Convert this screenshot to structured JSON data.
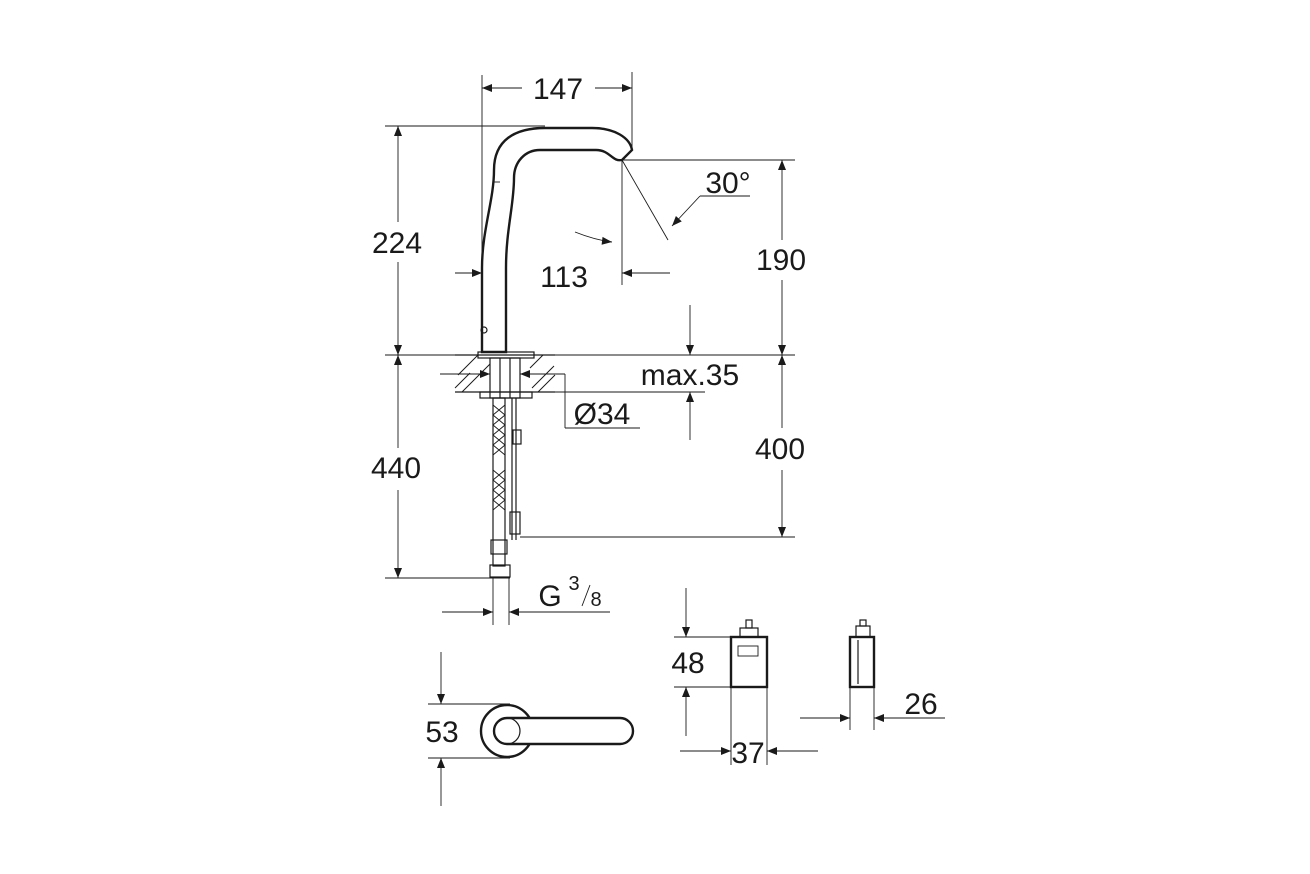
{
  "dimensions": {
    "width_top": "147",
    "height_spout": "224",
    "reach": "113",
    "spout_angle": "30°",
    "outlet_height": "190",
    "max_deck": "max.35",
    "hole_diameter": "Ø34",
    "hose_length": "440",
    "below_deck": "400",
    "connection": "G",
    "connection_num": "3",
    "connection_den": "8",
    "base_depth": "53",
    "box_height": "48",
    "box_width": "37",
    "box_depth": "26"
  },
  "colors": {
    "line": "#1a1a1a",
    "background": "#ffffff"
  }
}
